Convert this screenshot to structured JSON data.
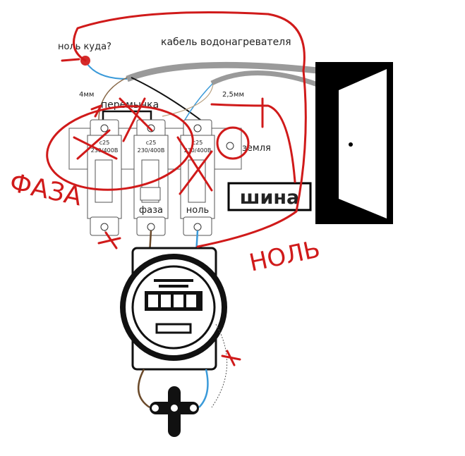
{
  "labels": {
    "neutral_where": "ноль куда?",
    "heater_cable": "кабель водонагревателя",
    "wire_4mm": "4мм",
    "jumper": "перемычка",
    "wire_25mm": "2,5мм",
    "ground": "земля",
    "bus": "шина"
  },
  "breakers": [
    {
      "rating": "c25",
      "voltage": "230/400В",
      "label": ""
    },
    {
      "rating": "c25",
      "voltage": "230/400В",
      "label": "фаза"
    },
    {
      "rating": "c25",
      "voltage": "230/400В",
      "label": "ноль"
    }
  ],
  "handwritten": {
    "phase": "ФАЗА",
    "neutral": "НОЛЬ"
  },
  "colors": {
    "annotation": "#d01a1a",
    "neutral_wire": "#3a9ad9",
    "phase_wire": "#7a5a3a",
    "cable": "#999999"
  }
}
